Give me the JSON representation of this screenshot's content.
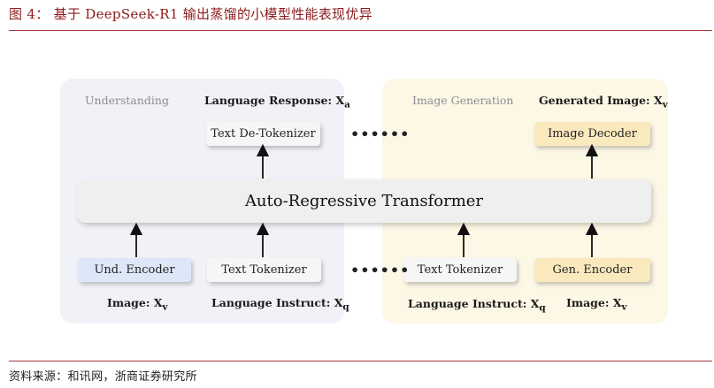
{
  "figure": {
    "title": "图 4： 基于 DeepSeek-R1 输出蒸馏的小模型性能表现优异",
    "source": "资料来源：和讯网，浙商证券研究所"
  },
  "understanding": {
    "label": "Understanding",
    "output_caption": "Language Response: X",
    "output_sub": "a",
    "de_tokenizer": "Text De-Tokenizer",
    "und_encoder": "Und. Encoder",
    "text_tokenizer": "Text Tokenizer",
    "image_caption": "Image: X",
    "image_sub": "v",
    "instruct_caption": "Language Instruct: X",
    "instruct_sub": "q"
  },
  "generation": {
    "label": "Image Generation",
    "output_caption": "Generated Image: X",
    "output_sub": "v",
    "image_decoder": "Image Decoder",
    "text_tokenizer": "Text Tokenizer",
    "gen_encoder": "Gen. Encoder",
    "instruct_caption": "Language Instruct: X",
    "instruct_sub": "q",
    "image_caption": "Image: X",
    "image_sub": "v"
  },
  "transformer": {
    "label": "Auto-Regressive Transformer"
  },
  "ellipsis": "••••••",
  "colors": {
    "title_red": "#8b1a1a",
    "understanding_bg": "#f1f2f7",
    "generation_bg": "#fdf7e6",
    "encoder_blue": "#dde7f7",
    "encoder_yellow": "#fbe9be"
  }
}
